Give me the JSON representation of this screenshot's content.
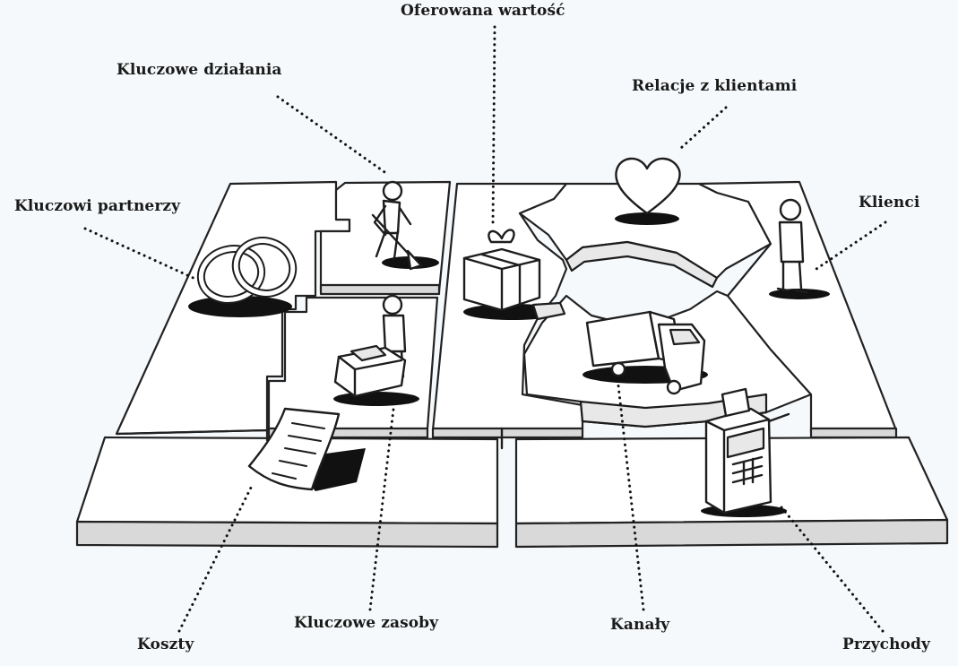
{
  "labels": {
    "value_proposition": "Oferowana wartość",
    "key_activities": "Kluczowe działania",
    "customer_relationships": "Relacje z klientami",
    "key_partners": "Kluczowi partnerzy",
    "customer_segments": "Klienci",
    "key_resources": "Kluczowe zasoby",
    "channels": "Kanały",
    "cost_structure": "Koszty",
    "revenue_streams": "Przychody"
  }
}
